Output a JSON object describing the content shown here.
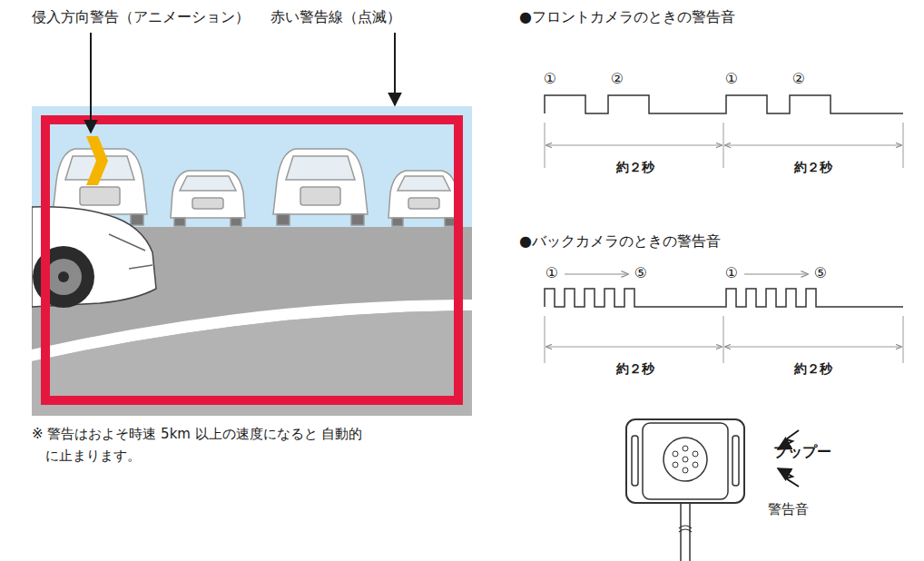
{
  "diagram": {
    "labels": [
      "侵入方向警告（アニメーション）",
      "赤い警告線（点滅）",
      "●フロントカメラのときの警告音",
      "①",
      "②",
      "①",
      "②",
      "約２秒",
      "約２秒",
      "●バックカメラのときの警告音",
      "①",
      "⑤",
      "①",
      "⑤",
      "約２秒",
      "約２秒",
      "※ 警告はおよそ時速 5km 以上の速度になると 自動的に止まります。",
      "プップー",
      "警告音"
    ]
  }
}
